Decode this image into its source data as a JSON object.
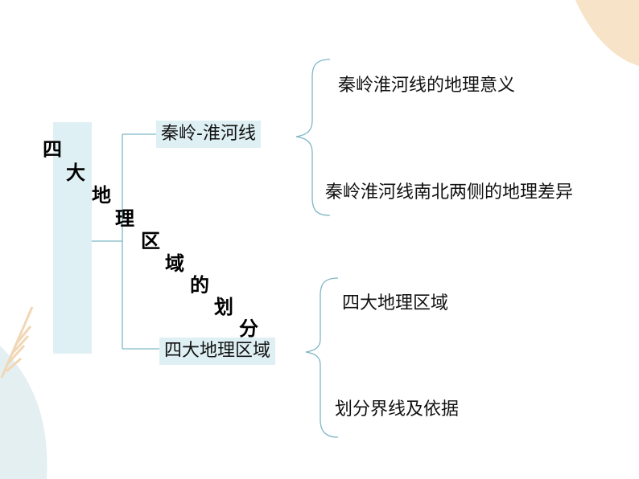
{
  "title": {
    "chars": [
      "四",
      "大",
      "地",
      "理",
      "区",
      "域",
      "的",
      "划",
      "分"
    ]
  },
  "branches": [
    {
      "label": "秦岭-淮河线",
      "leaves": [
        "秦岭淮河线的地理意义",
        "秦岭淮河线南北两侧的地理差异"
      ]
    },
    {
      "label": "四大地理区域",
      "leaves": [
        "四大地理区域",
        "划分界线及依据"
      ]
    }
  ],
  "colors": {
    "box_fill": "#dff0f4",
    "line": "#7fb6c6",
    "deco_peach": "#f7e3c7",
    "deco_blue": "#e3eff1",
    "deco_leaf": "#f1d7b6"
  }
}
